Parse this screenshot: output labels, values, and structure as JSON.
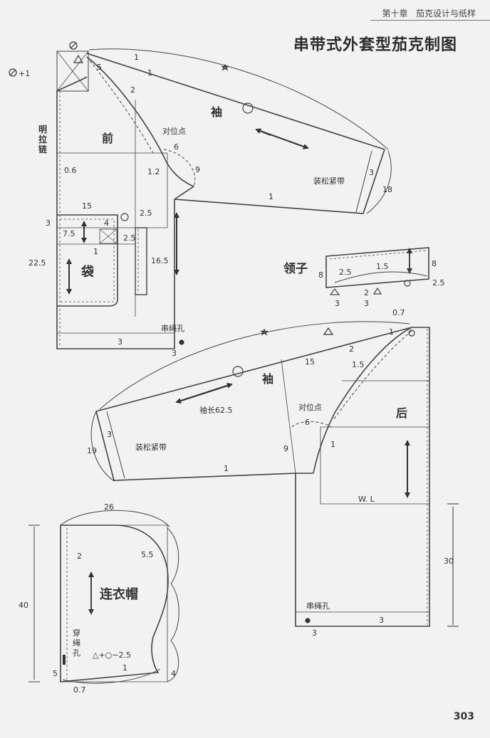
{
  "header": {
    "chapter": "第十章",
    "section": "茄克设计与纸样"
  },
  "title": "串带式外套型茄克制图",
  "page_number": "303",
  "front": {
    "label_front": "前",
    "label_sleeve": "袖",
    "label_zipper": [
      "明",
      "拉",
      "链"
    ],
    "label_pocket": "袋",
    "label_notch": "对位点",
    "label_cuff": "装松紧带",
    "label_eyelet": "串绳孔",
    "dims": {
      "shoulder_plus": "+1",
      "d1": "1",
      "d5": "5",
      "d2": "2",
      "d6": "6",
      "d12": "1.2",
      "d9": "9",
      "d06": "0.6",
      "d15": "15",
      "d3": "3",
      "d4": "4",
      "d75": "7.5",
      "d25": "2.5",
      "d1b": "1",
      "d225": "22.5",
      "d25b": "2.5",
      "d165": "16.5",
      "d3b": "3",
      "d18": "18",
      "d1c": "1",
      "d3c": "3",
      "d3d": "3"
    }
  },
  "collar": {
    "label": "领子",
    "dims": {
      "d8a": "8",
      "d8b": "8",
      "d25": "2.5",
      "d15": "1.5",
      "d25b": "2.5",
      "d3": "3",
      "d2": "2",
      "d3b": "3"
    }
  },
  "back": {
    "label_back": "后",
    "label_sleeve": "袖",
    "label_sleeve_len": "袖长62.5",
    "label_notch": "对位点",
    "label_cuff": "装松紧带",
    "label_eyelet": "串绳孔",
    "label_waist": "W. L",
    "dims": {
      "d07": "0.7",
      "d1": "1",
      "d2": "2",
      "d15": "15",
      "d15b": "1.5",
      "d6": "6",
      "d9": "9",
      "d1b": "1",
      "d3": "3",
      "d19": "19",
      "d1c": "1",
      "d30": "30",
      "d3b": "3",
      "d3c": "3"
    }
  },
  "hood": {
    "label": "连衣帽",
    "label_cord": [
      "穿",
      "绳",
      "孔"
    ],
    "formula": "△+○−2.5",
    "dims": {
      "d26": "26",
      "d2": "2",
      "d55": "5.5",
      "d40": "40",
      "d5": "5",
      "d1": "1",
      "d4": "4",
      "d07": "0.7"
    }
  }
}
